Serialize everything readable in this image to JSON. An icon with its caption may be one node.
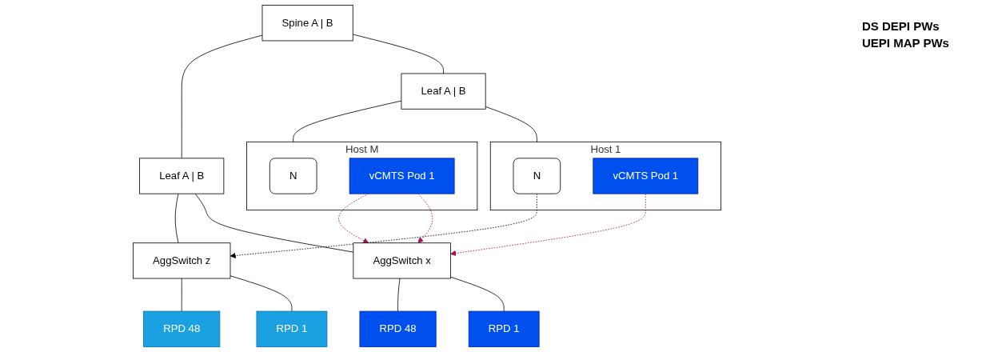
{
  "diagram": {
    "nodes": [
      {
        "text": [
          "Spine A | B"
        ]
      },
      {
        "text": [
          "Leaf A | B"
        ]
      },
      {
        "text": [
          "Leaf A | B"
        ]
      },
      {
        "text": [
          "Host 1"
        ]
      },
      {
        "text": [
          "N"
        ],
        "in": 3
      },
      {
        "text": [
          "vCMTS Pod 1"
        ],
        "in": 3
      },
      {
        "text": [
          "Host M"
        ]
      },
      {
        "text": [
          "N"
        ],
        "in": 6
      },
      {
        "text": [
          "vCMTS Pod 1"
        ],
        "in": 6
      },
      {
        "text": [
          "AggSwitch x"
        ]
      },
      {
        "text": [
          "AggSwitch z"
        ]
      },
      {
        "text": [
          "RPD 1"
        ]
      },
      {
        "text": [
          "RPD 48"
        ]
      },
      {
        "text": [
          "RPD 1"
        ]
      },
      {
        "text": [
          "RPD 48"
        ]
      }
    ],
    "edges": [
      {
        "from": 0,
        "to": 1,
        "arrow": "none"
      },
      {
        "from": 0,
        "to": 2,
        "arrow": "none"
      },
      {
        "from": 1,
        "to": 3,
        "arrow": "none"
      },
      {
        "from": 1,
        "to": 6,
        "arrow": "none"
      },
      {
        "from": 2,
        "to": 9,
        "arrow": "none"
      },
      {
        "from": 2,
        "to": 10,
        "arrow": "none"
      },
      {
        "from": 9,
        "to": 11,
        "arrow": "none"
      },
      {
        "from": 9,
        "to": 12,
        "arrow": "none"
      },
      {
        "from": 10,
        "to": 13,
        "arrow": "none"
      },
      {
        "from": 10,
        "to": 14,
        "arrow": "none"
      },
      {
        "from": 5,
        "to": 9,
        "arrow": "to",
        "style": "dashed",
        "color": "#a50f4f"
      },
      {
        "from": 8,
        "to": 9,
        "arrow": "to",
        "style": "dashed",
        "color": "#a50f4f"
      },
      {
        "from": 8,
        "to": 9,
        "arrow": "to",
        "style": "dashed",
        "color": "#a50f4f"
      },
      {
        "from": 4,
        "to": 10,
        "arrow": "to",
        "style": "dashed"
      }
    ],
    "labels": [
      "DS DEPI PWs",
      "UEPI MAP PWs"
    ]
  }
}
